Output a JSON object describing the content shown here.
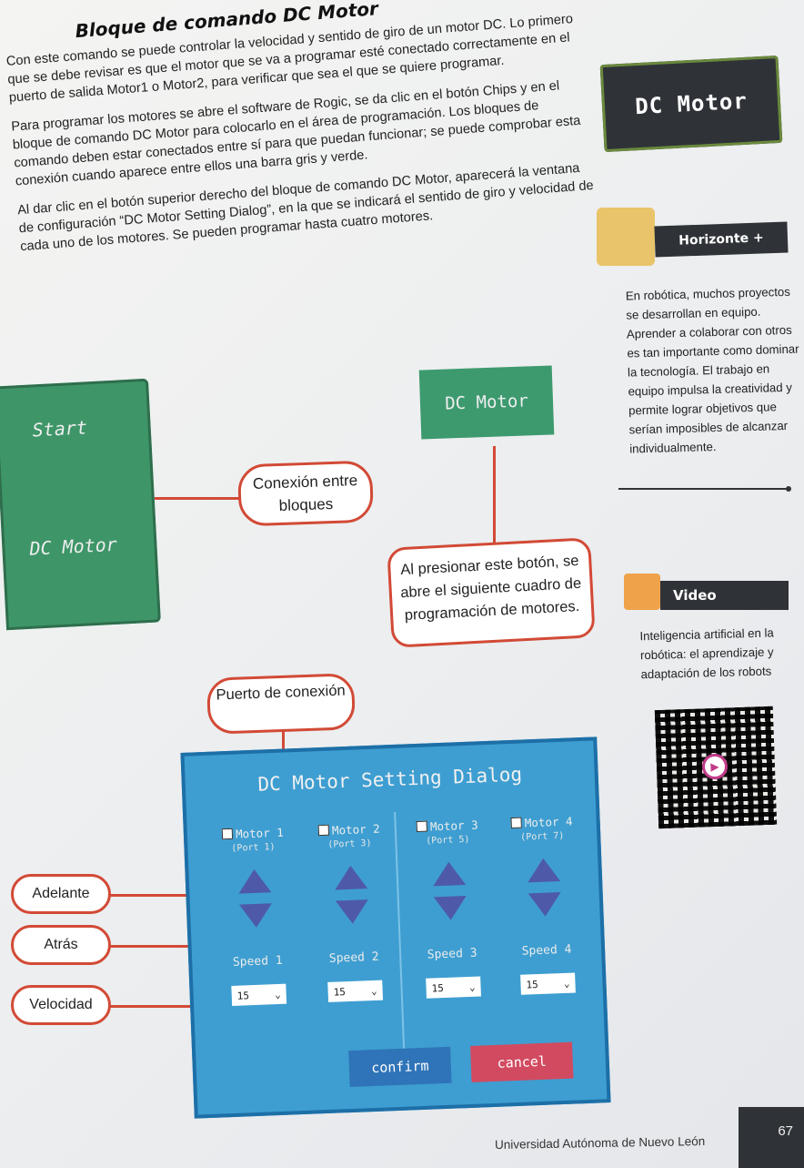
{
  "heading": "Bloque de comando DC Motor",
  "paragraphs": [
    "Con este comando se puede controlar la velocidad y sentido de giro de un motor DC. Lo primero que se debe revisar es que el motor que se va a programar esté conectado correctamente en el puerto de salida Motor1 o Motor2, para verificar que sea el que se quiere programar.",
    "Para programar los motores se abre el software de Rogic, se da clic en el botón Chips y en el bloque de comando DC Motor para colocarlo en el área de programación. Los bloques de comando deben estar conectados entre sí para que puedan funcionar; se puede comprobar esta conexión cuando aparece entre ellos una barra gris y verde.",
    "Al dar clic en el botón superior derecho del bloque de comando DC Motor, aparecerá la ventana de configuración “DC Motor Setting Dialog”, en la que se indicará el sentido de giro y velocidad de cada uno de los motores. Se pueden programar hasta cuatro motores."
  ],
  "badge_dc": "DC Motor",
  "horizonte": {
    "label": "Horizonte +",
    "text": "En robótica, muchos proyectos se desarrollan en equipo. Aprender a colaborar con otros es tan importante como dominar la tecnología. El trabajo en equipo impulsa la creatividad y permite lograr objetivos que serían imposibles de alcanzar individualmente."
  },
  "video": {
    "label": "Video",
    "text": "Inteligencia artificial en la robótica: el aprendizaje y adaptación de los robots"
  },
  "blocks": {
    "start": "Start",
    "dc": "DC Motor",
    "dc_small": "DC Motor"
  },
  "callouts": {
    "conexion": "Conexión entre bloques",
    "boton": "Al presionar este botón, se abre el siguiente cuadro de programación de motores.",
    "puerto": "Puerto de conexión",
    "adelante": "Adelante",
    "atras": "Atrás",
    "velocidad": "Velocidad"
  },
  "dialog": {
    "title": "DC Motor Setting Dialog",
    "motors": [
      {
        "name": "Motor 1",
        "port": "(Port 1)",
        "speed_label": "Speed 1",
        "speed": "15"
      },
      {
        "name": "Motor 2",
        "port": "(Port 3)",
        "speed_label": "Speed 2",
        "speed": "15"
      },
      {
        "name": "Motor 3",
        "port": "(Port 5)",
        "speed_label": "Speed 3",
        "speed": "15"
      },
      {
        "name": "Motor 4",
        "port": "(Port 7)",
        "speed_label": "Speed 4",
        "speed": "15"
      }
    ],
    "confirm": "confirm",
    "cancel": "cancel"
  },
  "footer": "Universidad Autónoma de Nuevo León",
  "page_number": "67"
}
